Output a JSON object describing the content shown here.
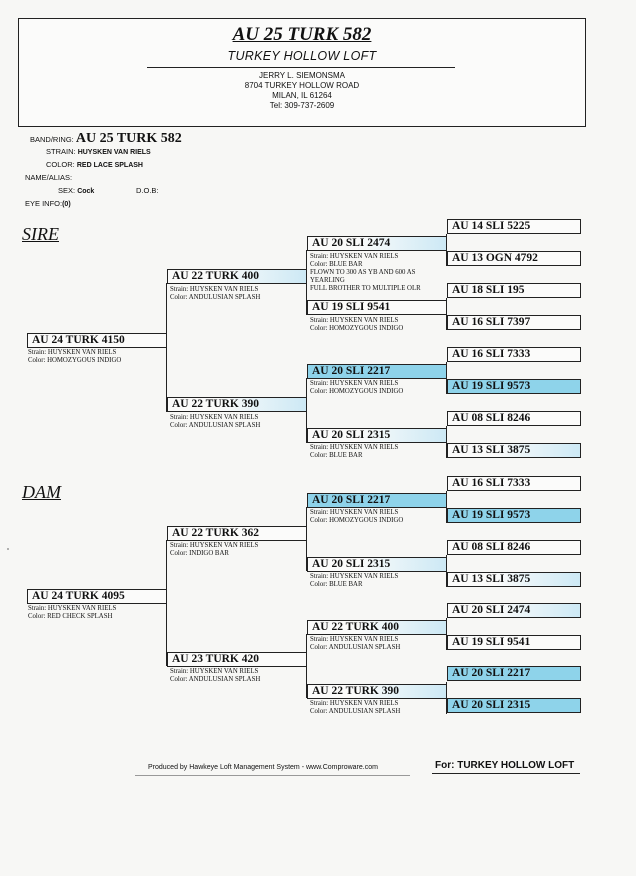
{
  "header": {
    "title": "AU 25 TURK 582",
    "loft": "TURKEY HOLLOW LOFT",
    "owner": "JERRY L. SIEMONSMA",
    "street": "8704 TURKEY HOLLOW ROAD",
    "city": "MILAN, IL 61264",
    "phone": "Tel: 309-737-2609"
  },
  "details": {
    "band_label": "BAND/RING:",
    "band_value": "AU 25 TURK 582",
    "strain_label": "STRAIN:",
    "strain_value": "HUYSKEN VAN RIELS",
    "color_label": "COLOR:",
    "color_value": "RED LACE SPLASH",
    "name_label": "NAME/ALIAS:",
    "sex_label": "SEX:",
    "sex_value": "Cock",
    "dob_label": "D.O.B:",
    "eye_label": "EYE INFO:",
    "eye_value": "(0)"
  },
  "sections": {
    "sire": "SIRE",
    "dam": "DAM"
  },
  "pedigree": {
    "sire": {
      "band": "AU 24 TURK 4150",
      "strain": "Strain: HUYSKEN VAN RIELS",
      "color": "Color: HOMOZYGOUS INDIGO",
      "p1": {
        "band": "AU 22 TURK 400",
        "strain": "Strain: HUYSKEN VAN RIELS",
        "color": "Color: ANDULUSIAN SPLASH"
      },
      "p2": {
        "band": "AU 22 TURK 390",
        "strain": "Strain: HUYSKEN VAN RIELS",
        "color": "Color: ANDULUSIAN SPLASH"
      },
      "g1": {
        "band": "AU 20 SLI 2474",
        "strain": "Strain: HUYSKEN VAN RIELS",
        "color": "Color: BLUE BAR",
        "notes": [
          "FLOWN TO 300 AS YB AND 600 AS",
          "YEARLING",
          "FULL BROTHER TO MULTIPLE OLR"
        ]
      },
      "g2": {
        "band": "AU 19 SLI 9541",
        "strain": "Strain: HUYSKEN VAN RIELS",
        "color": "Color: HOMOZYGOUS INDIGO"
      },
      "g3": {
        "band": "AU 20 SLI 2217",
        "strain": "Strain: HUYSKEN VAN RIELS",
        "color": "Color: HOMOZYGOUS INDIGO"
      },
      "g4": {
        "band": "AU 20 SLI 2315",
        "strain": "Strain: HUYSKEN VAN RIELS",
        "color": "Color: BLUE BAR"
      },
      "gg": [
        "AU 14 SLI 5225",
        "AU 13 OGN 4792",
        "AU 18 SLI 195",
        "AU 16 SLI 7397",
        "AU 16 SLI 7333",
        "AU 19 SLI 9573",
        "AU 08 SLI 8246",
        "AU 13 SLI 3875"
      ]
    },
    "dam": {
      "band": "AU 24 TURK 4095",
      "strain": "Strain: HUYSKEN VAN RIELS",
      "color": "Color: RED CHECK SPLASH",
      "p1": {
        "band": "AU 22 TURK 362",
        "strain": "Strain: HUYSKEN VAN RIELS",
        "color": "Color: INDIGO BAR"
      },
      "p2": {
        "band": "AU 23 TURK 420",
        "strain": "Strain: HUYSKEN VAN RIELS",
        "color": "Color: ANDULUSIAN SPLASH"
      },
      "g1": {
        "band": "AU 20 SLI 2217",
        "strain": "Strain: HUYSKEN VAN RIELS",
        "color": "Color: HOMOZYGOUS INDIGO"
      },
      "g2": {
        "band": "AU 20 SLI 2315",
        "strain": "Strain: HUYSKEN VAN RIELS",
        "color": "Color: BLUE BAR"
      },
      "g3": {
        "band": "AU 22 TURK 400",
        "strain": "Strain: HUYSKEN VAN RIELS",
        "color": "Color: ANDULUSIAN SPLASH"
      },
      "g4": {
        "band": "AU 22 TURK 390",
        "strain": "Strain: HUYSKEN VAN RIELS",
        "color": "Color: ANDULUSIAN SPLASH"
      },
      "gg": [
        "AU 16 SLI 7333",
        "AU 19 SLI 9573",
        "AU 08 SLI 8246",
        "AU 13 SLI 3875",
        "AU 20 SLI 2474",
        "AU 19 SLI 9541",
        "AU 20 SLI 2217",
        "AU 20 SLI 2315"
      ]
    }
  },
  "footer": {
    "produced": "Produced by Hawkeye Loft Management System - www.Comproware.com",
    "for": "For: TURKEY HOLLOW LOFT"
  },
  "colors": {
    "highlight": "#8ed3ea",
    "fade": "#cde9f5",
    "ink": "#222222"
  }
}
